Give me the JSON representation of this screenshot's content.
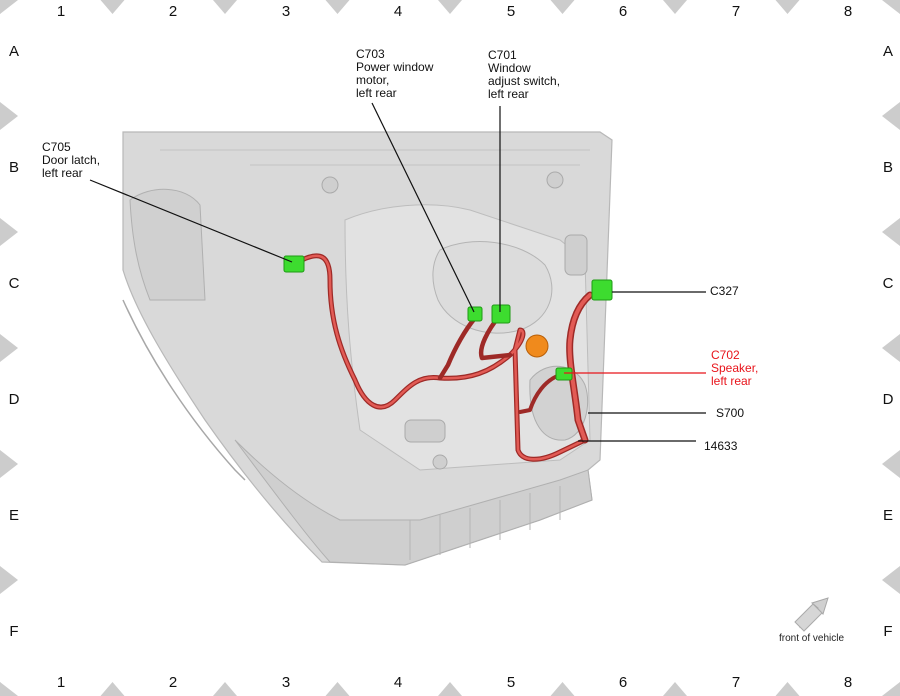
{
  "columns": [
    "1",
    "2",
    "3",
    "4",
    "5",
    "6",
    "7",
    "8"
  ],
  "rows": [
    "A",
    "B",
    "C",
    "D",
    "E",
    "F"
  ],
  "callouts": {
    "c705": [
      "C705",
      "Door latch,",
      "left rear"
    ],
    "c703": [
      "C703",
      "Power window",
      "motor,",
      "left rear"
    ],
    "c701": [
      "C701",
      "Window",
      "adjust switch,",
      "left rear"
    ],
    "c327": [
      "C327"
    ],
    "c702": [
      "C702",
      "Speaker,",
      "left rear"
    ],
    "s700": [
      "S700"
    ],
    "p14633": [
      "14633"
    ]
  },
  "front_of_vehicle": "front of vehicle",
  "colors": {
    "panel": "#d9d9d9",
    "panel_edge": "#b5b5b5",
    "harness": "#d9443f",
    "connector": "#3ddc2f",
    "speaker": "#f08a1c",
    "highlight_text": "#e8141b",
    "frame_marker": "#cccccc"
  }
}
